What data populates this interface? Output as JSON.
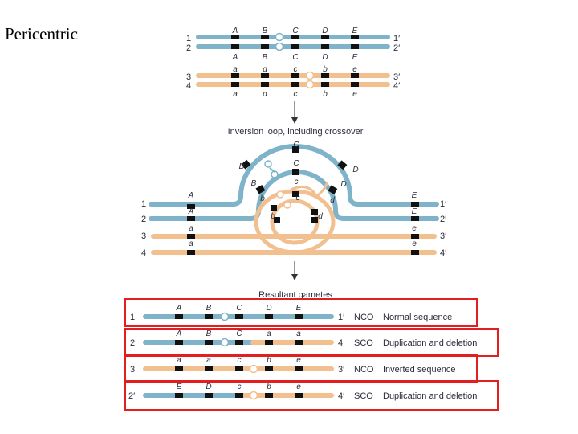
{
  "title": "Pericentric",
  "colors": {
    "blue": "#7fb3c9",
    "orange": "#f2c08f",
    "outline": "#e41e1e",
    "band": "#111111"
  },
  "top": {
    "rows": [
      {
        "l": "1",
        "r": "1′",
        "genes": [
          "A",
          "B",
          "C",
          "D",
          "E"
        ]
      },
      {
        "l": "2",
        "r": "2′",
        "genes": [
          "A",
          "B",
          "C",
          "D",
          "E"
        ]
      },
      {
        "l": "3",
        "r": "3′",
        "genes": [
          "a",
          "d",
          "c",
          "b",
          "e"
        ]
      },
      {
        "l": "4",
        "r": "4′",
        "genes": [
          "a",
          "d",
          "c",
          "b",
          "e"
        ]
      }
    ]
  },
  "loop": {
    "caption": "Inversion loop, including crossover",
    "rows": [
      {
        "l": "1",
        "r": "1′"
      },
      {
        "l": "2",
        "r": "2′"
      },
      {
        "l": "3",
        "r": "3′"
      },
      {
        "l": "4",
        "r": "4′"
      }
    ],
    "left_genes": [
      "A",
      "A",
      "a",
      "a"
    ],
    "right_genes": [
      "E",
      "E",
      "e",
      "e"
    ],
    "outer": [
      "B",
      "C",
      "D"
    ],
    "mid": [
      "B",
      "C",
      "D"
    ],
    "inner": [
      "b",
      "c",
      "d"
    ],
    "inner_c2": "c"
  },
  "gametes": {
    "caption": "Resultant gametes",
    "rows": [
      {
        "l": "1",
        "genes": [
          "A",
          "B",
          "C",
          "D",
          "E"
        ],
        "r": "1′",
        "type": "NCO",
        "desc": "Normal sequence"
      },
      {
        "l": "2",
        "genes": [
          "A",
          "B",
          "C",
          "a",
          "a"
        ],
        "r": "4",
        "type": "SCO",
        "desc": "Duplication and deletion"
      },
      {
        "l": "3",
        "genes": [
          "a",
          "a",
          "c",
          "b",
          "e"
        ],
        "r": "3′",
        "type": "NCO",
        "desc": "Inverted sequence"
      },
      {
        "l": "2′",
        "genes": [
          "E",
          "D",
          "c",
          "b",
          "e"
        ],
        "r": "4′",
        "type": "SCO",
        "desc": "Duplication and deletion"
      }
    ]
  }
}
